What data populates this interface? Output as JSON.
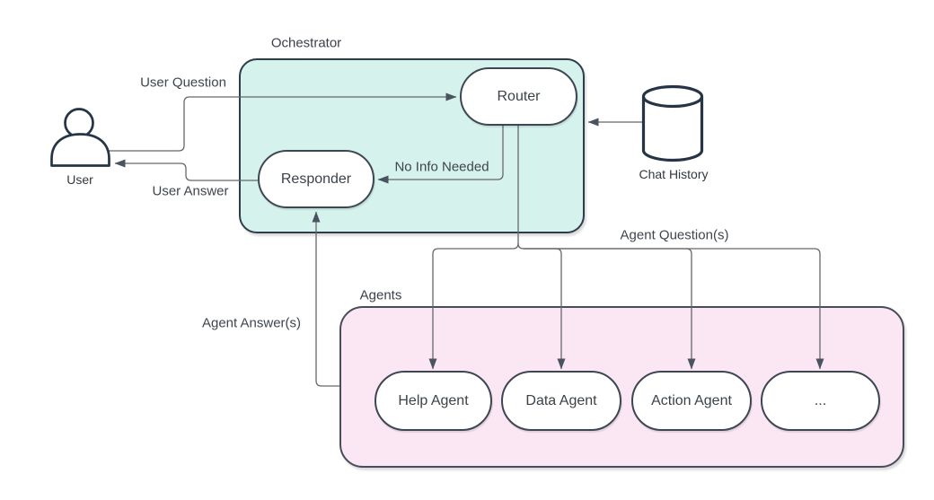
{
  "diagram": {
    "containers": {
      "orchestrator": {
        "label": "Ochestrator",
        "fill": "#d6f2ec"
      },
      "agents": {
        "label": "Agents",
        "fill": "#fae7f3"
      }
    },
    "nodes": {
      "router": {
        "label": "Router"
      },
      "responder": {
        "label": "Responder"
      },
      "help_agent": {
        "label": "Help Agent"
      },
      "data_agent": {
        "label": "Data Agent"
      },
      "action_agent": {
        "label": "Action Agent"
      },
      "more_agents": {
        "label": "..."
      }
    },
    "externals": {
      "user": {
        "label": "User",
        "icon": "person-icon"
      },
      "chat_history": {
        "label": "Chat History",
        "icon": "database-cylinder-icon"
      }
    },
    "edge_labels": {
      "user_question": "User Question",
      "user_answer": "User Answer",
      "no_info_needed": "No Info Needed",
      "agent_questions": "Agent Question(s)",
      "agent_answers": "Agent Answer(s)"
    },
    "colors": {
      "orchestrator_fill": "#d6f2ec",
      "agents_fill": "#fae7f3",
      "orchestrator_border": "#2e3c4c",
      "agents_border": "#474d59",
      "node_border": "#3d4754",
      "connector": "#676767",
      "arrowhead": "#49545f",
      "icon_stroke": "#263545",
      "text": "#3f454d",
      "background": "#ffffff"
    }
  }
}
